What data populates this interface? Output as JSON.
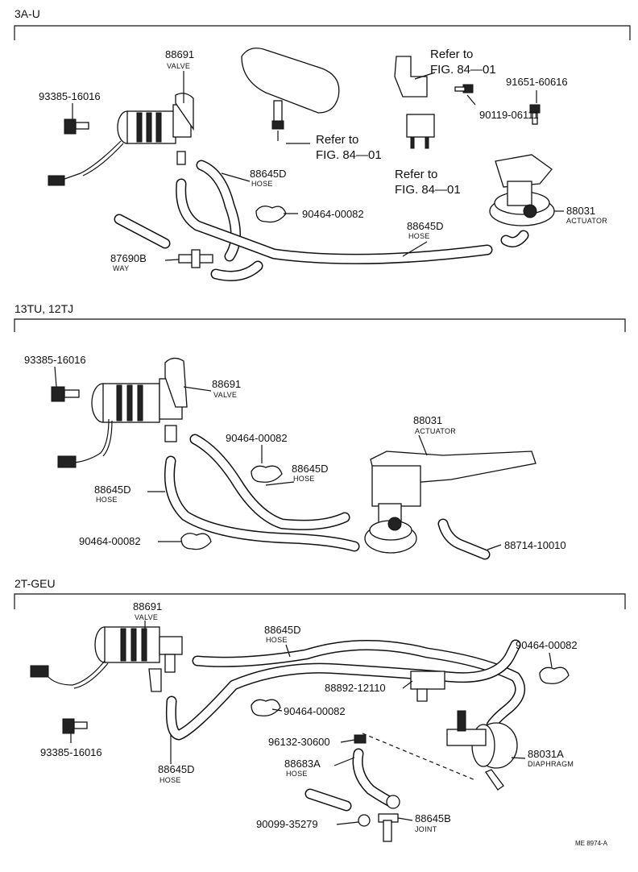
{
  "sections": [
    {
      "header": "3A-U",
      "labels": {
        "valve_num": "88691",
        "valve_sub": "VALVE",
        "bolt1": "93385-16016",
        "hose_num": "88645D",
        "hose_sub": "HOSE",
        "clamp": "90464-00082",
        "hose2_num": "88645D",
        "hose2_sub": "HOSE",
        "way_num": "87690B",
        "way_sub": "WAY",
        "act_num": "88031",
        "act_sub": "ACTUATOR",
        "bolt2": "91651-60616",
        "relay": "90119-06111",
        "ref1a": "Refer to",
        "ref1b": "FIG. 84—01",
        "ref2a": "Refer to",
        "ref2b": "FIG. 84—01",
        "ref3a": "Refer to",
        "ref3b": "FIG. 84—01"
      }
    },
    {
      "header": "13TU, 12TJ",
      "labels": {
        "bolt": "93385-16016",
        "valve_num": "88691",
        "valve_sub": "VALVE",
        "clamp1": "90464-00082",
        "act_num": "88031",
        "act_sub": "ACTUATOR",
        "hose1_num": "88645D",
        "hose1_sub": "HOSE",
        "hose2_num": "88645D",
        "hose2_sub": "HOSE",
        "clamp2": "90464-00082",
        "pipe": "88714-10010"
      }
    },
    {
      "header": "2T-GEU",
      "labels": {
        "valve_num": "88691",
        "valve_sub": "VALVE",
        "hose1_num": "88645D",
        "hose1_sub": "HOSE",
        "clamp1": "90464-00082",
        "bracket": "88892-12110",
        "clamp2": "90464-00082",
        "bolt": "93385-16016",
        "clip": "96132-30600",
        "hose2_num": "88683A",
        "hose2_sub": "HOSE",
        "diaph_num": "88031A",
        "diaph_sub": "DIAPHRAGM",
        "hose3_num": "88645D",
        "hose3_sub": "HOSE",
        "clamp3": "90099-35279",
        "joint_num": "88645B",
        "joint_sub": "JOINT"
      }
    }
  ],
  "drawing_code": "ME 8974-A"
}
